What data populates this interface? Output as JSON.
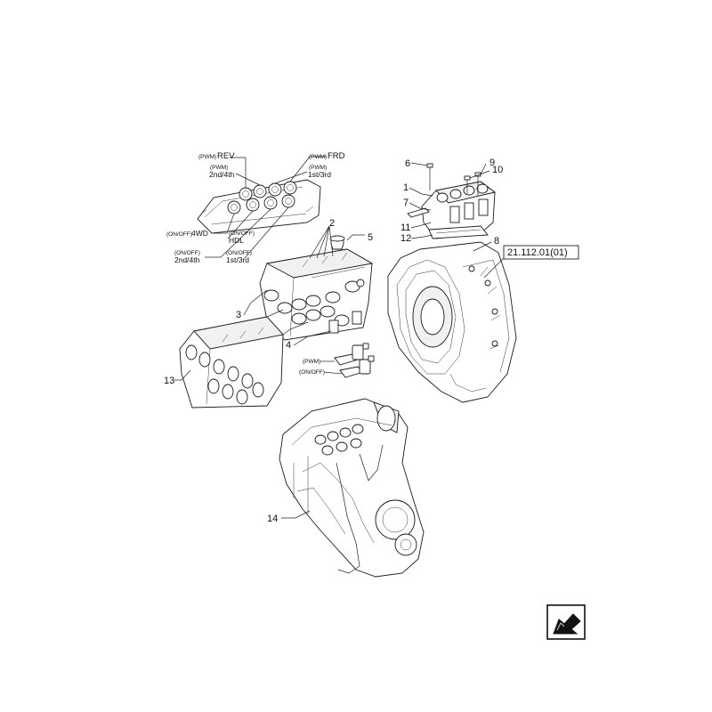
{
  "labels": {
    "schematic": {
      "rev_prefix": "(PWM)",
      "rev": "REV",
      "frd_prefix": "(PWM)",
      "frd": "FRD",
      "s24_prefix": "(PWM)",
      "s24": "2nd/4th",
      "s13_prefix": "(PWM)",
      "s13": "1st/3rd",
      "fwd4_prefix": "(ON/OFF)",
      "fwd4": "4WD",
      "hdl_prefix": "(ON/OFF)",
      "hdl": "HDL",
      "b24_prefix": "(ON/OFF)",
      "b24": "2nd/4th",
      "b13_prefix": "(ON/OFF)",
      "b13": "1st/3rd"
    },
    "valves": {
      "pwm": "(PWM)",
      "onoff": "(ON/OFF)"
    },
    "callouts": {
      "c1": "1",
      "c2": "2",
      "c3a": "3",
      "c3b": "3",
      "c4a": "4",
      "c4b": "4",
      "c5": "5",
      "c6": "6",
      "c7": "7",
      "c8": "8",
      "c9": "9",
      "c10": "10",
      "c11": "11",
      "c12": "12",
      "c13": "13",
      "c14": "14"
    },
    "reference": "21.112.01(01)"
  },
  "icons": {
    "nav": "arrow-left-down-icon"
  }
}
